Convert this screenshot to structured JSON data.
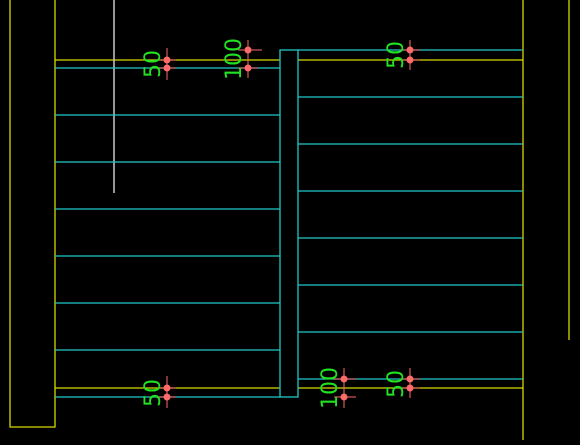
{
  "drawing": {
    "colors": {
      "background": "#000000",
      "wall": "#d8d800",
      "tread": "#20c8c8",
      "guide": "#c8c8c8",
      "dimension_text": "#22e022",
      "dimension_marker": "#ff6a6a"
    },
    "dimensions": {
      "left_top": "50",
      "left_bottom": "50",
      "landing_top": "100",
      "landing_bottom": "100",
      "right_top": "50",
      "right_bottom": "50"
    }
  }
}
